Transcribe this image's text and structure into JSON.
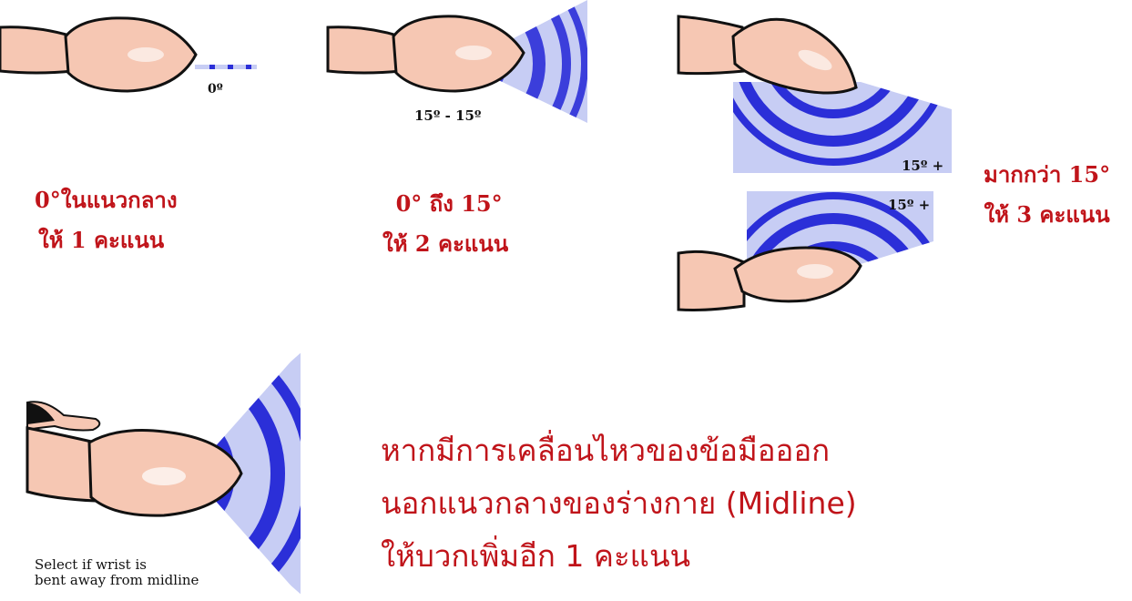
{
  "panel1": {
    "angle": "0º",
    "line1": "0°ในแนวกลาง",
    "line2": "ให้ 1 คะแนน"
  },
  "panel2": {
    "angle": "15º - 15º",
    "line1": "0°  ถึง  15°",
    "line2": "ให้ 2 คะแนน"
  },
  "panel3": {
    "angle_top": "15º +",
    "angle_bottom": "15º +",
    "line1": "มากกว่า 15°",
    "line2": "ให้ 3 คะแนน"
  },
  "panel4": {
    "note_line1": "Select if wrist is",
    "note_line2": "bent away from midline",
    "line1": "หากมีการเคลื่อนไหวของข้อมือออก",
    "line2": "นอกแนวกลางของร่างกาย (Midline)",
    "line3": "ให้บวกเพิ่มอีก 1 คะแนน"
  },
  "colors": {
    "caption": "#c0141a",
    "skin": "#f6c7b3",
    "arc_fill": "#c7cdf4",
    "arc_band": "#2b2fd8"
  }
}
